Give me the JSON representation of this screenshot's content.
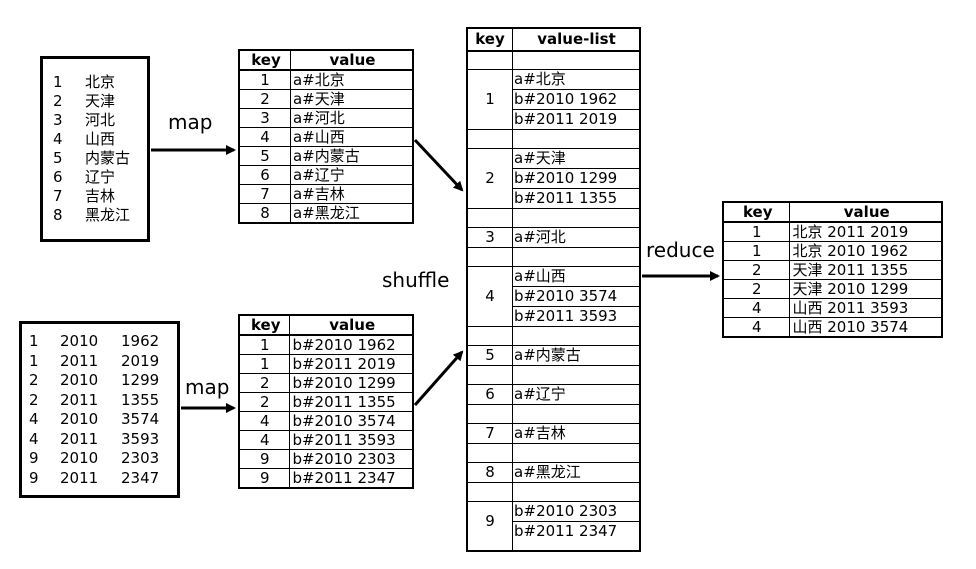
{
  "input1": [
    {
      "k": "1",
      "v": "北京"
    },
    {
      "k": "2",
      "v": "天津"
    },
    {
      "k": "3",
      "v": "河北"
    },
    {
      "k": "4",
      "v": "山西"
    },
    {
      "k": "5",
      "v": "内蒙古"
    },
    {
      "k": "6",
      "v": "辽宁"
    },
    {
      "k": "7",
      "v": "吉林"
    },
    {
      "k": "8",
      "v": "黑龙江"
    }
  ],
  "input2": [
    {
      "k": "1",
      "y": "2010",
      "n": "1962"
    },
    {
      "k": "1",
      "y": "2011",
      "n": "2019"
    },
    {
      "k": "2",
      "y": "2010",
      "n": "1299"
    },
    {
      "k": "2",
      "y": "2011",
      "n": "1355"
    },
    {
      "k": "4",
      "y": "2010",
      "n": "3574"
    },
    {
      "k": "4",
      "y": "2011",
      "n": "3593"
    },
    {
      "k": "9",
      "y": "2010",
      "n": "2303"
    },
    {
      "k": "9",
      "y": "2011",
      "n": "2347"
    }
  ],
  "labels": {
    "map1": "map",
    "map2": "map",
    "shuffle": "shuffle",
    "reduce": "reduce"
  },
  "table_headers": {
    "key": "key",
    "value": "value",
    "value_list": "value-list"
  },
  "map1_out": [
    {
      "k": "1",
      "v": "a#北京"
    },
    {
      "k": "2",
      "v": "a#天津"
    },
    {
      "k": "3",
      "v": "a#河北"
    },
    {
      "k": "4",
      "v": "a#山西"
    },
    {
      "k": "5",
      "v": "a#内蒙古"
    },
    {
      "k": "6",
      "v": "a#辽宁"
    },
    {
      "k": "7",
      "v": "a#吉林"
    },
    {
      "k": "8",
      "v": "a#黑龙江"
    }
  ],
  "map2_out": [
    {
      "k": "1",
      "v": "b#2010 1962"
    },
    {
      "k": "1",
      "v": "b#2011 2019"
    },
    {
      "k": "2",
      "v": "b#2010 1299"
    },
    {
      "k": "2",
      "v": "b#2011 1355"
    },
    {
      "k": "4",
      "v": "b#2010 3574"
    },
    {
      "k": "4",
      "v": "b#2011 3593"
    },
    {
      "k": "9",
      "v": "b#2010 2303"
    },
    {
      "k": "9",
      "v": "b#2011 2347"
    }
  ],
  "shuffle_groups": [
    {
      "k": "1",
      "vals": [
        "a#北京",
        "b#2010 1962",
        "b#2011 2019"
      ]
    },
    {
      "k": "2",
      "vals": [
        "a#天津",
        "b#2010 1299",
        "b#2011 1355"
      ]
    },
    {
      "k": "3",
      "vals": [
        "a#河北"
      ]
    },
    {
      "k": "4",
      "vals": [
        "a#山西",
        "b#2010 3574",
        "b#2011 3593"
      ]
    },
    {
      "k": "5",
      "vals": [
        "a#内蒙古"
      ]
    },
    {
      "k": "6",
      "vals": [
        "a#辽宁"
      ]
    },
    {
      "k": "7",
      "vals": [
        "a#吉林"
      ]
    },
    {
      "k": "8",
      "vals": [
        "a#黑龙江"
      ]
    },
    {
      "k": "9",
      "vals": [
        "b#2010 2303",
        "b#2011 2347"
      ]
    }
  ],
  "reduce_out": [
    {
      "k": "1",
      "v": "北京   2011    2019"
    },
    {
      "k": "1",
      "v": "北京   2010    1962"
    },
    {
      "k": "2",
      "v": "天津   2011    1355"
    },
    {
      "k": "2",
      "v": "天津   2010    1299"
    },
    {
      "k": "4",
      "v": "山西   2011    3593"
    },
    {
      "k": "4",
      "v": "山西   2010    3574"
    }
  ]
}
